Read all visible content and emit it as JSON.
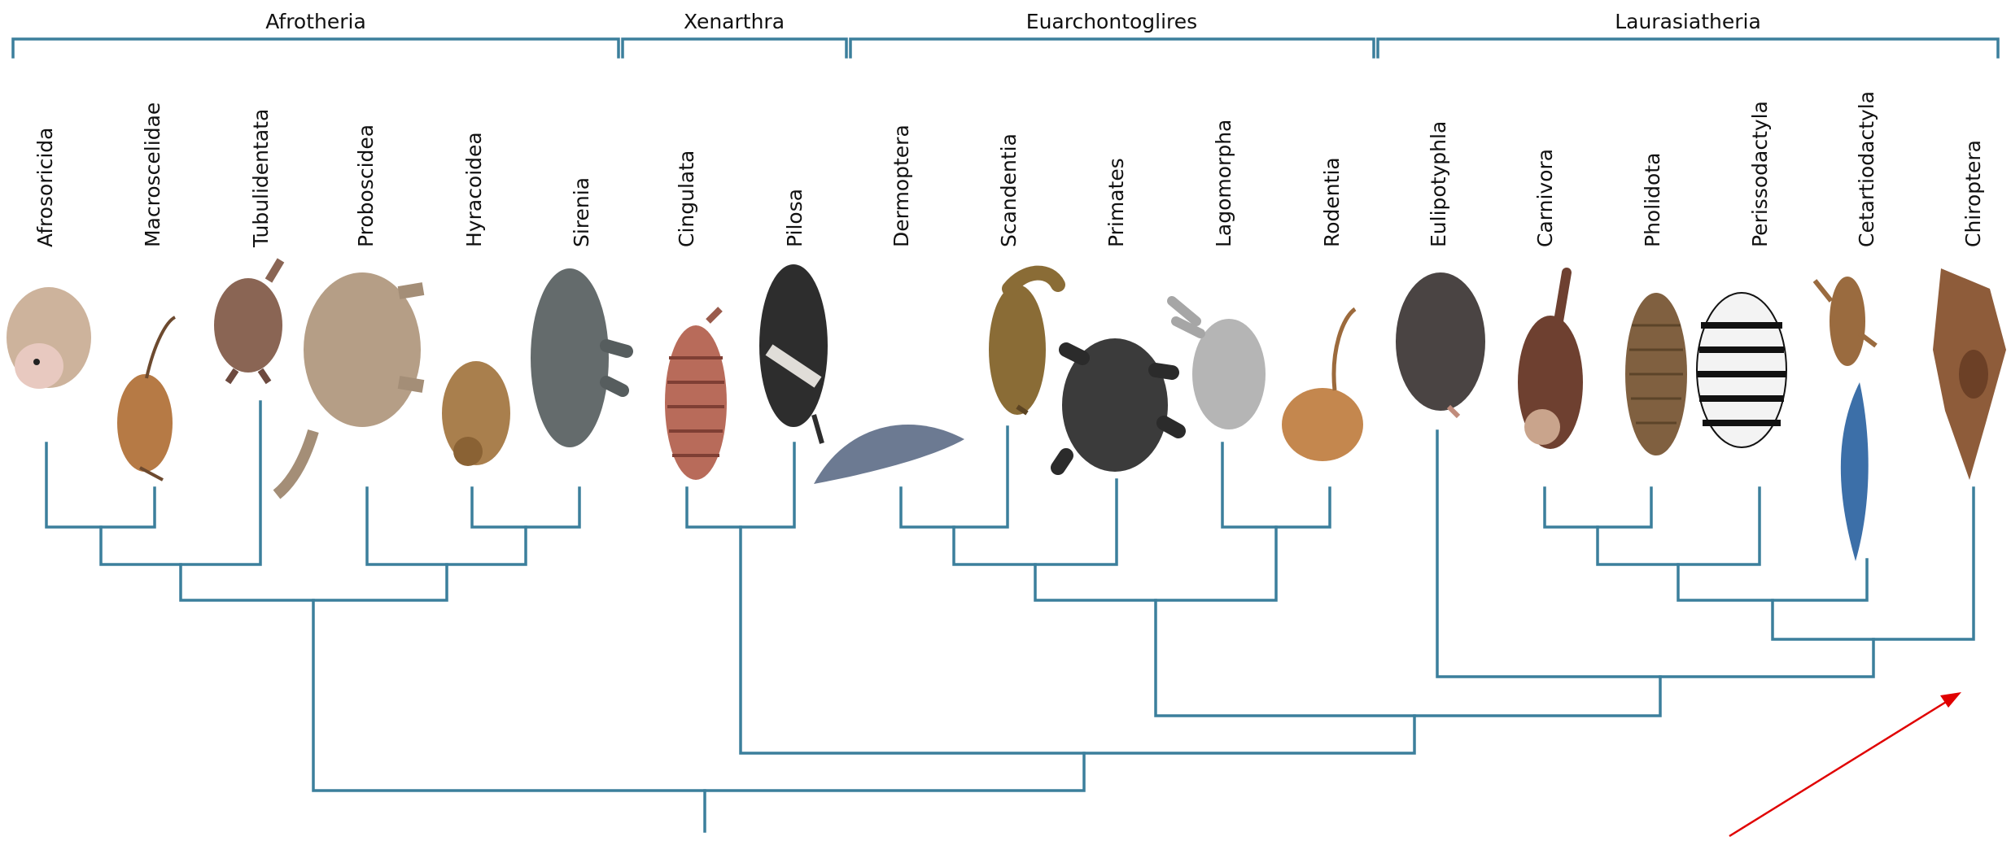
{
  "clades": [
    {
      "id": "afrotheria",
      "name": "Afrotheria"
    },
    {
      "id": "xenarthra",
      "name": "Xenarthra"
    },
    {
      "id": "euarchontoglires",
      "name": "Euarchontoglires"
    },
    {
      "id": "laurasiatheria",
      "name": "Laurasiatheria"
    }
  ],
  "orders": [
    {
      "name": "Afrosoricida",
      "animal": "tenrec-icon",
      "clade": "afrotheria"
    },
    {
      "name": "Macroscelidae",
      "animal": "elephant-shrew-icon",
      "clade": "afrotheria"
    },
    {
      "name": "Tubulidentata",
      "animal": "aardvark-icon",
      "clade": "afrotheria"
    },
    {
      "name": "Proboscidea",
      "animal": "elephant-icon",
      "clade": "afrotheria"
    },
    {
      "name": "Hyracoidea",
      "animal": "hyrax-icon",
      "clade": "afrotheria"
    },
    {
      "name": "Sirenia",
      "animal": "manatee-icon",
      "clade": "afrotheria"
    },
    {
      "name": "Cingulata",
      "animal": "armadillo-icon",
      "clade": "xenarthra"
    },
    {
      "name": "Pilosa",
      "animal": "anteater-icon",
      "clade": "xenarthra"
    },
    {
      "name": "Dermoptera",
      "animal": "colugo-icon",
      "clade": "euarchontoglires"
    },
    {
      "name": "Scandentia",
      "animal": "treeshrew-icon",
      "clade": "euarchontoglires"
    },
    {
      "name": "Primates",
      "animal": "gorilla-icon",
      "clade": "euarchontoglires"
    },
    {
      "name": "Lagomorpha",
      "animal": "rabbit-icon",
      "clade": "euarchontoglires"
    },
    {
      "name": "Rodentia",
      "animal": "mouse-icon",
      "clade": "euarchontoglires"
    },
    {
      "name": "Eulipotyphla",
      "animal": "mole-icon",
      "clade": "laurasiatheria"
    },
    {
      "name": "Carnivora",
      "animal": "ferret-icon",
      "clade": "laurasiatheria"
    },
    {
      "name": "Pholidota",
      "animal": "pangolin-icon",
      "clade": "laurasiatheria"
    },
    {
      "name": "Perissodactyla",
      "animal": "zebra-icon",
      "clade": "laurasiatheria"
    },
    {
      "name": "Cetartiodactyla",
      "animal": "deer-and-whale-icon",
      "clade": "laurasiatheria"
    },
    {
      "name": "Chiroptera",
      "animal": "bat-icon",
      "clade": "laurasiatheria"
    }
  ],
  "colors": {
    "tree": "#3b7f9c",
    "annotation_arrow": "#e00000",
    "text": "#111111",
    "background": "#ffffff"
  }
}
